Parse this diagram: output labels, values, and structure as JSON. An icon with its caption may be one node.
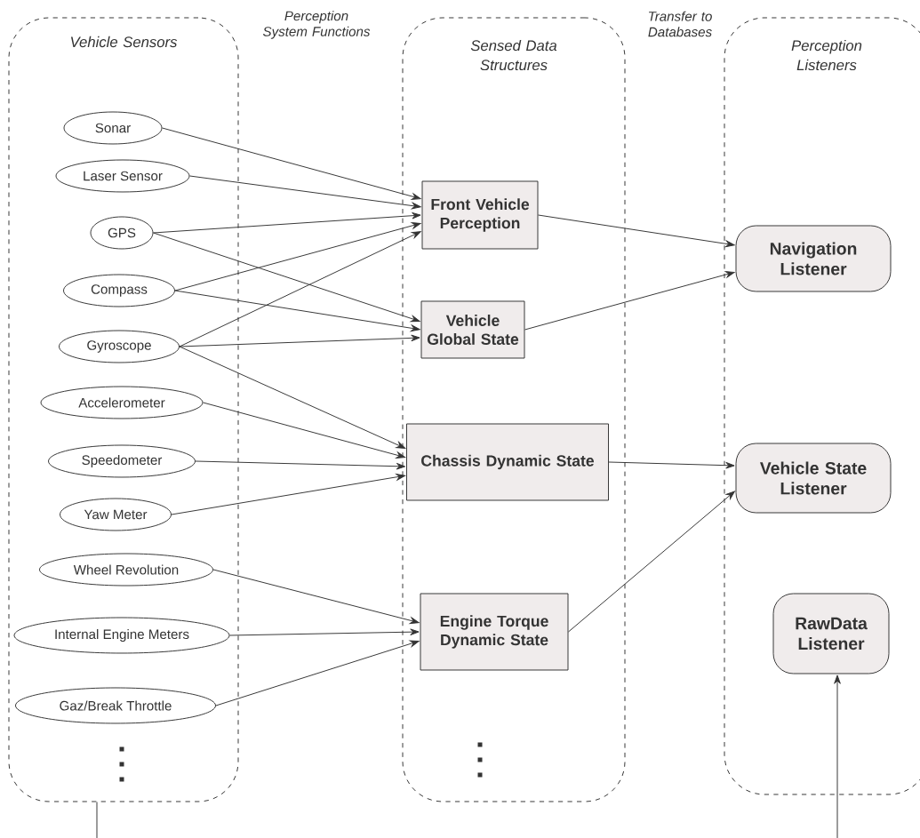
{
  "diagram": {
    "nodes": [
      {
        "text": [
          "Vehicle Sensors"
        ]
      },
      {
        "text": [
          "Sensed Data Structures"
        ]
      },
      {
        "text": [
          "Perception Listeners"
        ]
      },
      {
        "text": [
          "Sonar"
        ],
        "in": 0
      },
      {
        "text": [
          "Laser Sensor"
        ],
        "in": 0
      },
      {
        "text": [
          "GPS"
        ],
        "in": 0
      },
      {
        "text": [
          "Compass"
        ],
        "in": 0
      },
      {
        "text": [
          "Gyroscope"
        ],
        "in": 0
      },
      {
        "text": [
          "Accelerometer"
        ],
        "in": 0
      },
      {
        "text": [
          "Speedometer"
        ],
        "in": 0
      },
      {
        "text": [
          "Yaw Meter"
        ],
        "in": 0
      },
      {
        "text": [
          "Wheel Revolution"
        ],
        "in": 0
      },
      {
        "text": [
          "Internal Engine Meters"
        ],
        "in": 0
      },
      {
        "text": [
          "Gaz/Break Throttle"
        ],
        "in": 0
      },
      {
        "text": [
          "Front Vehicle Perception"
        ],
        "in": 1
      },
      {
        "text": [
          "Vehicle Global State"
        ],
        "in": 1
      },
      {
        "text": [
          "Chassis Dynamic State"
        ],
        "in": 1
      },
      {
        "text": [
          "Engine Torque Dynamic State"
        ],
        "in": 1
      },
      {
        "text": [
          "Navigation Listener"
        ],
        "in": 2
      },
      {
        "text": [
          "Vehicle State Listener"
        ],
        "in": 2
      },
      {
        "text": [
          "RawData Listener"
        ],
        "in": 2
      }
    ],
    "edges": [
      {
        "from": 3,
        "to": 14,
        "arrow": "to"
      },
      {
        "from": 4,
        "to": 14,
        "arrow": "to"
      },
      {
        "from": 5,
        "to": 14,
        "arrow": "to"
      },
      {
        "from": 5,
        "to": 15,
        "arrow": "to"
      },
      {
        "from": 6,
        "to": 14,
        "arrow": "to"
      },
      {
        "from": 6,
        "to": 15,
        "arrow": "to"
      },
      {
        "from": 7,
        "to": 14,
        "arrow": "to"
      },
      {
        "from": 7,
        "to": 15,
        "arrow": "to"
      },
      {
        "from": 7,
        "to": 16,
        "arrow": "to"
      },
      {
        "from": 8,
        "to": 16,
        "arrow": "to"
      },
      {
        "from": 9,
        "to": 16,
        "arrow": "to"
      },
      {
        "from": 10,
        "to": 16,
        "arrow": "to"
      },
      {
        "from": 11,
        "to": 17,
        "arrow": "to"
      },
      {
        "from": 12,
        "to": 17,
        "arrow": "to"
      },
      {
        "from": 13,
        "to": 17,
        "arrow": "to"
      },
      {
        "from": 14,
        "to": 18,
        "arrow": "to"
      },
      {
        "from": 15,
        "to": 18,
        "arrow": "to"
      },
      {
        "from": 16,
        "to": 19,
        "arrow": "to"
      },
      {
        "from": 17,
        "to": 19,
        "arrow": "to"
      },
      {
        "from": 0,
        "to": null,
        "arrow": "none"
      },
      {
        "from": null,
        "to": 20,
        "arrow": "to"
      }
    ],
    "labels": [
      "Perception System Functions",
      "Transfer to Databases"
    ]
  }
}
